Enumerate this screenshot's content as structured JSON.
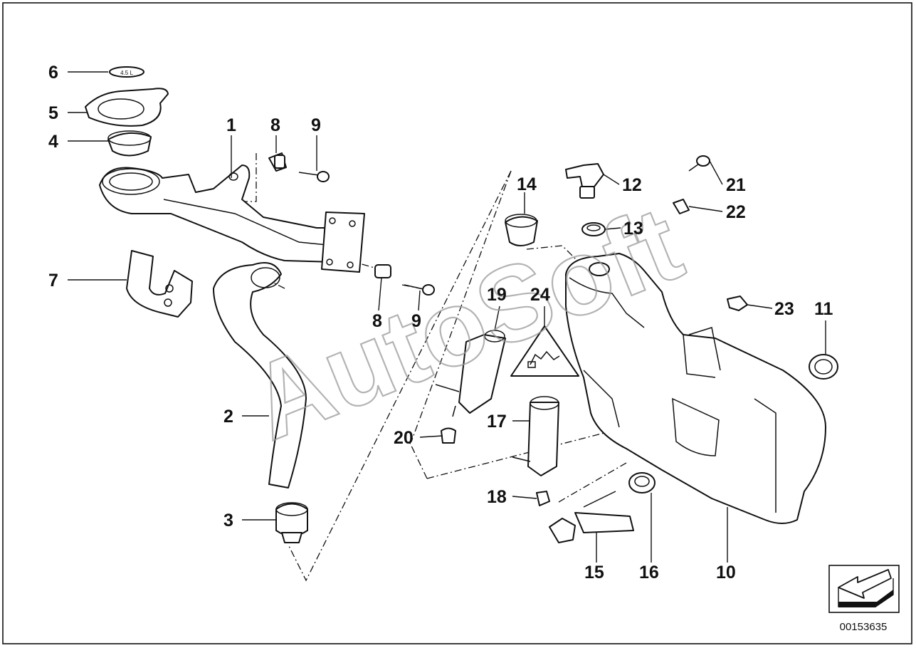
{
  "diagram": {
    "callouts": [
      {
        "id": "1",
        "label": "1"
      },
      {
        "id": "2",
        "label": "2"
      },
      {
        "id": "3",
        "label": "3"
      },
      {
        "id": "4",
        "label": "4"
      },
      {
        "id": "5",
        "label": "5"
      },
      {
        "id": "6",
        "label": "6"
      },
      {
        "id": "7",
        "label": "7"
      },
      {
        "id": "8a",
        "label": "8"
      },
      {
        "id": "9a",
        "label": "9"
      },
      {
        "id": "8b",
        "label": "8"
      },
      {
        "id": "9b",
        "label": "9"
      },
      {
        "id": "10",
        "label": "10"
      },
      {
        "id": "11",
        "label": "11"
      },
      {
        "id": "12",
        "label": "12"
      },
      {
        "id": "13",
        "label": "13"
      },
      {
        "id": "14",
        "label": "14"
      },
      {
        "id": "15",
        "label": "15"
      },
      {
        "id": "16",
        "label": "16"
      },
      {
        "id": "17",
        "label": "17"
      },
      {
        "id": "18",
        "label": "18"
      },
      {
        "id": "19",
        "label": "19"
      },
      {
        "id": "20",
        "label": "20"
      },
      {
        "id": "21",
        "label": "21"
      },
      {
        "id": "22",
        "label": "22"
      },
      {
        "id": "23",
        "label": "23"
      },
      {
        "id": "24",
        "label": "24"
      }
    ],
    "cap_marking": "4.5 L",
    "watermark": "AutoSoft",
    "drawing_number": "00153635",
    "icons": [
      "washer-symbol-icon",
      "arrow-direction-icon"
    ]
  }
}
